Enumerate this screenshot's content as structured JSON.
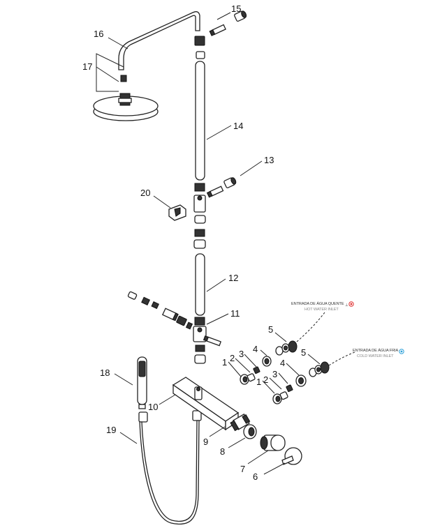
{
  "callouts": {
    "c1": "1",
    "c1b": "1",
    "c2": "2",
    "c2b": "2",
    "c3": "3",
    "c3b": "3",
    "c4": "4",
    "c4b": "4",
    "c5": "5",
    "c5b": "5",
    "c6": "6",
    "c7": "7",
    "c8": "8",
    "c9": "9",
    "c10": "10",
    "c11": "11",
    "c12": "12",
    "c13": "13",
    "c14": "14",
    "c15": "15",
    "c16": "16",
    "c17": "17",
    "c18": "18",
    "c19": "19",
    "c20": "20"
  },
  "inlets": {
    "hot_pt": "ENTRADA DE ÁGUA QUENTE",
    "hot_en": "HOT WATER INLET",
    "hot_color": "#e03030",
    "cold_pt": "ENTRADA DE ÁGUA FRIA",
    "cold_en": "COLD WATER INLET",
    "cold_color": "#2a9fd8"
  }
}
